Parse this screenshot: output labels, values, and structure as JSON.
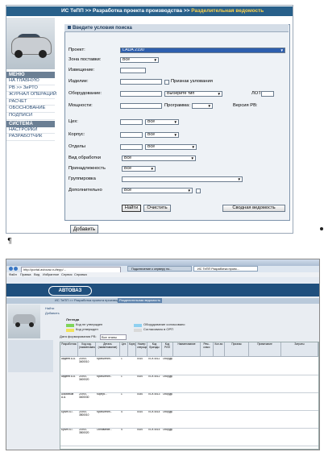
{
  "app": {
    "breadcrumb": {
      "part1": "ИС ТеПП >> Разработка проекта производства >> ",
      "part2": "Разделительная ведомость"
    },
    "menu": {
      "heading1": "МЕНЮ",
      "items1": [
        "НА ГЛАВНУЮ",
        "РВ >> ЗиРТО",
        "ЖУРНАЛ ОПЕРАЦИЙ",
        "РАСЧЕТ",
        "ОБОСНОВАНИЕ",
        "ПОДПИСИ"
      ],
      "heading2": "СИСТЕМА",
      "items2": [
        "НАСТРОЙКИ",
        "РАЗРАБОТЧИК"
      ]
    },
    "dialog": {
      "title": "Введите условия поиска",
      "project_label": "Проект:",
      "project_value": "LADA 2190",
      "supply_zone_label": "Зона поставки:",
      "supply_zone_value": "Все",
      "notice_label": "Извещение:",
      "item_label": "Изделие:",
      "assembly_sign_label": "Признак узлования",
      "equipment_label": "Оборудование:",
      "equipment_value": "Выберите тип",
      "lot_label": "ЛОТ:",
      "capacity_label": "Мощности:",
      "program_label": "Программа:",
      "rv_version_label": "Версия РВ:",
      "shop_label": "Цех:",
      "shop_value": "Все",
      "building_label": "Корпус:",
      "building_value": "Все",
      "dept_label": "Отделы",
      "dept_value": "Все",
      "processing_label": "Вид обработки",
      "processing_value": "Все",
      "ownership_label": "Принадлежность",
      "ownership_value": "Все",
      "grouping_label": "Группировка",
      "extra_label": "Дополнительно",
      "extra_value": "Все",
      "find_button": "Найти",
      "clear_button": "Очистить",
      "summary_button": "Сводная ведомость"
    },
    "add_button": "Добавить"
  },
  "pilcrow": "¶",
  "browser": {
    "address": "http://portal.avtovaz.ru/tepp/...",
    "menu_items": [
      "Файл",
      "Правка",
      "Вид",
      "Избранное",
      "Сервис",
      "Справка"
    ],
    "tabs": [
      "Подключение к серверу по...",
      "ИС ТеПП Разработка проек..."
    ],
    "logo": "АВТОВАЗ",
    "breadcrumb_a": "ИС ТеПП >> Разработка проекта производства >> ",
    "breadcrumb_b": "Разделительная ведомость",
    "menu_links": [
      "Найти",
      "Добавить"
    ],
    "legend_title": "Легенда",
    "legend": [
      "Код не утвержден",
      "Код утвержден",
      "Оборудование согласовано",
      "Согласовано в ОРП"
    ],
    "filter_label": "Дата формирования РВ:",
    "filter_value": "Все этапы",
    "columns": [
      "Разработчик",
      "Код изд. (наименование)",
      "Деталь (наименование)",
      "Цех",
      "Корпус",
      "Номер операции",
      "Код бригады",
      "Код РИЭ",
      "Наименование",
      "Рем.-класс",
      "Кол-во",
      "Признак",
      "Примечание",
      "Затраты"
    ],
    "rows": [
      [
        "Авдеев А.А.",
        "21900-3400010",
        "Кронштейн...",
        "1",
        "",
        "0010",
        "ПСК 4011",
        "Оборудование",
        "",
        "",
        "",
        "",
        "",
        ""
      ],
      [
        "Авдеев А.А.",
        "21900-3400020",
        "Кронштейн...",
        "1",
        "",
        "0020",
        "ПСК 4012",
        "Оборудование",
        "",
        "",
        "",
        "",
        "",
        ""
      ],
      [
        "Азизбеков А.А.",
        "21900-3400030",
        "Корпус...",
        "1",
        "",
        "0030",
        "ПСК 4013",
        "Оборудование",
        "",
        "",
        "",
        "",
        "",
        ""
      ],
      [
        "Бусин А.Г.",
        "21900-3500010",
        "Кронштейн...",
        "4",
        "",
        "0010",
        "ПСК 4014",
        "Оборудование",
        "",
        "",
        "",
        "",
        "",
        ""
      ],
      [
        "Бусин А.Г.",
        "21900-3500020",
        "Основание...",
        "4",
        "",
        "0020",
        "ПСК 4015",
        "Оборудование",
        "",
        "",
        "",
        "",
        "",
        ""
      ]
    ]
  },
  "colors": {
    "title_bar": "#28608a",
    "accent": "#ffd24a",
    "menu_header": "#6b7f94",
    "logo_bar": "#1f4f7d"
  }
}
